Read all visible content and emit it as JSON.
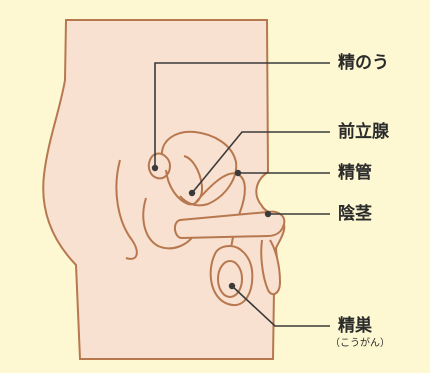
{
  "labels": {
    "seminal_vesicle": "精のう",
    "prostate": "前立腺",
    "vas_deferens": "精管",
    "penis": "陰茎",
    "testis": "精巣",
    "testis_reading": "（こうがん）"
  },
  "colors": {
    "background": "#fdf8d2",
    "skin_fill": "#f8e1d0",
    "outline": "#b7784f",
    "leader_line": "#3a3a3a",
    "dot": "#3a3a3a"
  }
}
